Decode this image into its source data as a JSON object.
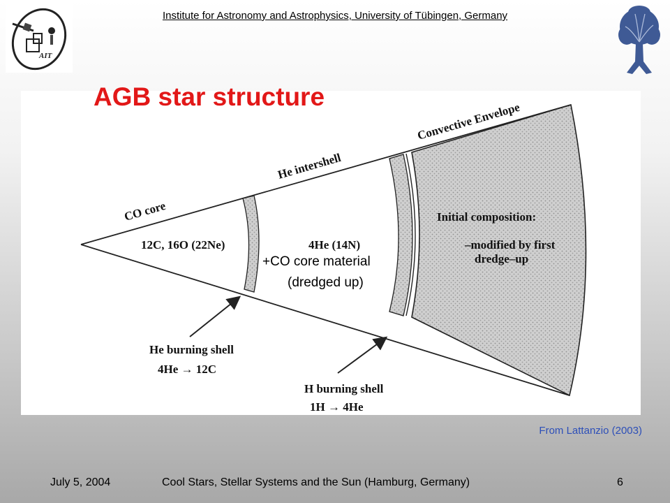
{
  "header": {
    "institute": "Institute for Astronomy and Astrophysics, University of Tübingen, Germany"
  },
  "slide": {
    "title": "AGB star structure"
  },
  "diagram": {
    "regions": {
      "co_core": "CO core",
      "he_intershell": "He intershell",
      "convective_envelope": "Convective Envelope"
    },
    "core_composition": "12C, 16O (22Ne)",
    "intershell_composition": "4He (14N)",
    "overlay_line1": "+CO core material",
    "overlay_line2": "(dredged up)",
    "envelope_heading": "Initial composition:",
    "envelope_note_line1": "–modified by first",
    "envelope_note_line2": "dredge–up",
    "he_shell_label": "He burning shell",
    "he_shell_reaction": "4He → 12C",
    "h_shell_label": "H burning shell",
    "h_shell_reaction": "1H → 4He"
  },
  "credit": "From Lattanzio (2003)",
  "footer": {
    "date": "July 5, 2004",
    "conference": "Cool Stars, Stellar Systems and the Sun (Hamburg, Germany)",
    "page": "6"
  },
  "logos": {
    "left_text": "AIT"
  }
}
